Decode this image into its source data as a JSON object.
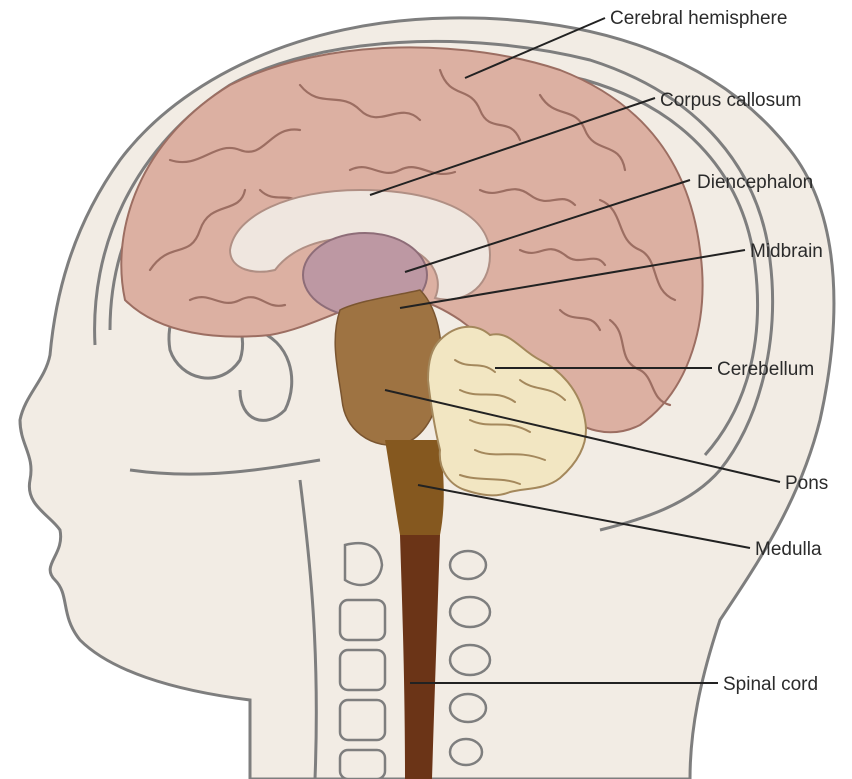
{
  "labels": [
    "Cerebral hemisphere",
    "Corpus callosum",
    "Diencephalon",
    "Midbrain",
    "Cerebellum",
    "Pons",
    "Medulla",
    "Spinal cord"
  ],
  "colors": {
    "skin": "#f2ece4",
    "outline": "#7e7e7e",
    "cerebrum": "#dcb0a2",
    "corpus_callosum": "#efe6df",
    "diencephalon": "#bd98a3",
    "brainstem": "#9e7342",
    "medulla": "#85581f",
    "spinal_cord": "#6b3417",
    "cerebellum": "#f2e6c2",
    "leader_lines": "#222222"
  }
}
